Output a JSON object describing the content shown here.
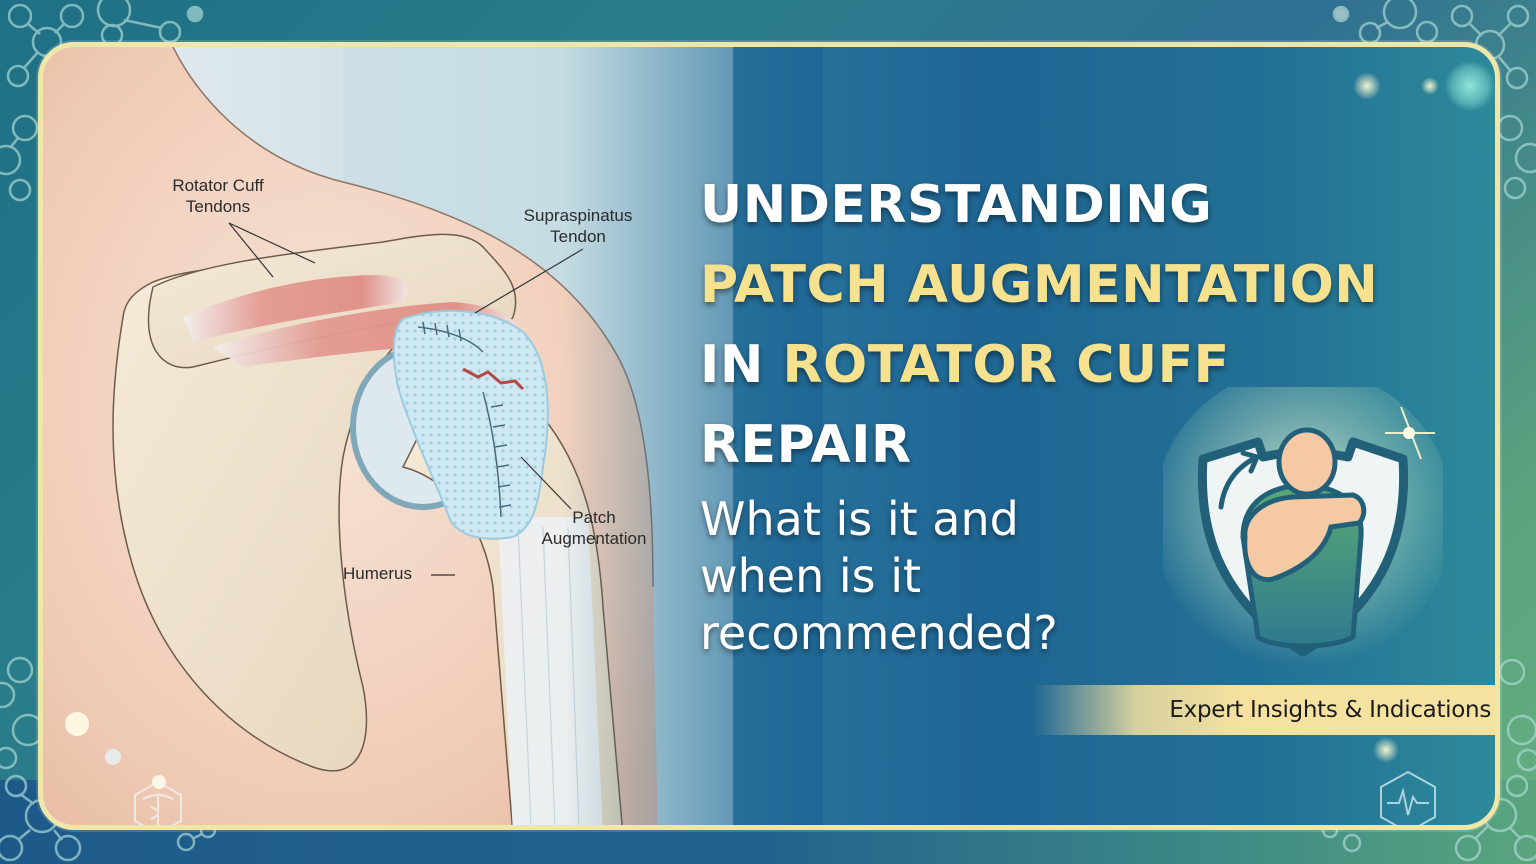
{
  "title": {
    "line1": "UNDERSTANDING",
    "line2": "PATCH AUGMENTATION",
    "line3_prefix": "IN ",
    "line3_highlight": "ROTATOR CUFF",
    "line4": "REPAIR"
  },
  "subtitle": {
    "line1": "What is it and",
    "line2": "when is it",
    "line3": "recommended?"
  },
  "banner": {
    "text": "Expert Insights & Indications"
  },
  "illustration": {
    "labels": {
      "rotator_cuff_tendons_1": "Rotator Cuff",
      "rotator_cuff_tendons_2": "Tendons",
      "supraspinatus_1": "Supraspinatus",
      "supraspinatus_2": "Tendon",
      "patch_1": "Patch",
      "patch_2": "Augmentation",
      "humerus": "Humerus"
    }
  },
  "icons": {
    "badge": "shield-shoulder-stretch-icon",
    "bottom_left": "caduceus-hexagon-icon",
    "bottom_right": "heartbeat-hexagon-icon"
  },
  "colors": {
    "title_white": "#ffffff",
    "title_highlight": "#f6e28e",
    "frame_border": "#efe6a8",
    "banner_bg": "#f6e2a0",
    "card_blue": "#1e6593",
    "bg_green": "#5aa57e",
    "shield_teal": "#22607a",
    "shirt_green": "#4f9a6e",
    "skin": "#f4c9a3"
  }
}
